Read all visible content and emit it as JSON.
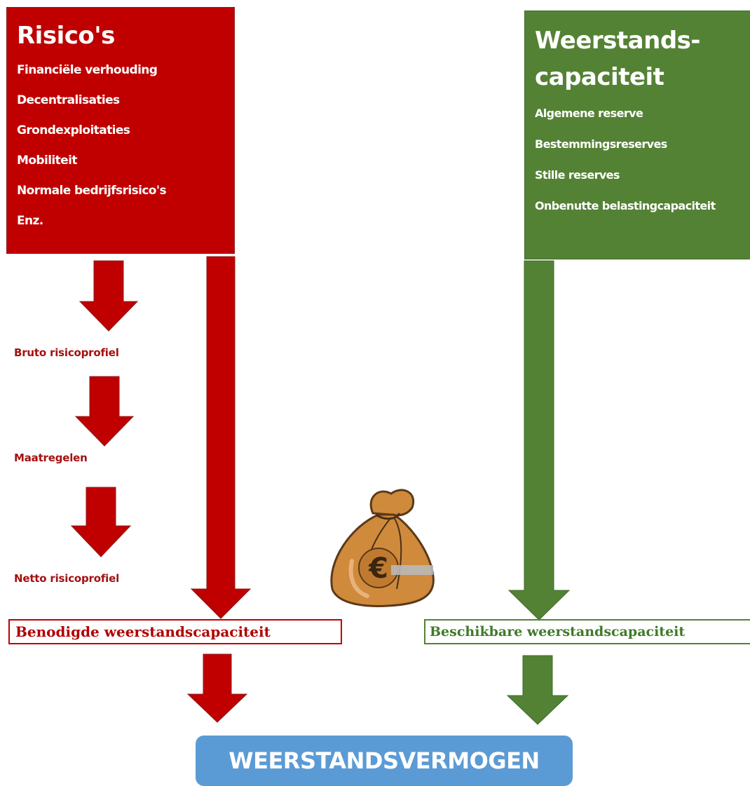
{
  "colors": {
    "risk": "#c00000",
    "risk_text": "#a51010",
    "capacity": "#548235",
    "result": "#5b9bd5",
    "moneybag": "#d08a3c"
  },
  "risks": {
    "title": "Risico's",
    "items": [
      "Financiële verhouding",
      "Decentralisaties",
      "Grondexploitaties",
      "Mobiliteit",
      "Normale bedrijfsrisico's",
      "Enz."
    ]
  },
  "capacity": {
    "title_line1": "Weerstands-",
    "title_line2": "capaciteit",
    "items": [
      "Algemene reserve",
      "Bestemmingsreserves",
      "Stille reserves",
      "Onbenutte belastingcapaciteit"
    ]
  },
  "steps": {
    "gross": "Bruto risicoprofiel",
    "measures": "Maatregelen",
    "net": "Netto risicoprofiel"
  },
  "required_label": "Benodigde weerstandscapaciteit",
  "available_label": "Beschikbare weerstandscapaciteit",
  "result_label": "WEERSTANDSVERMOGEN",
  "icons": {
    "moneybag": "euro-moneybag-icon"
  }
}
